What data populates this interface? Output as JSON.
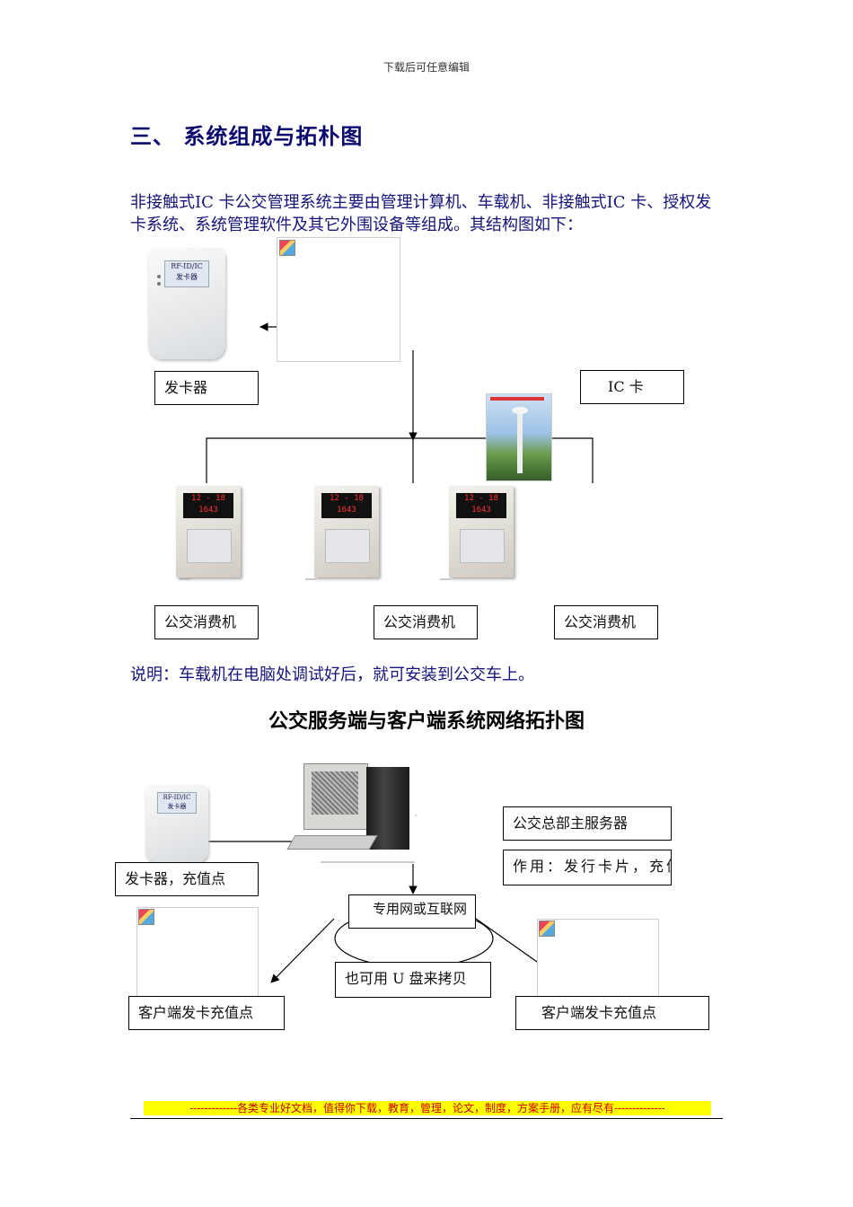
{
  "header_note": "下载后可任意编辑",
  "section_title": "三、 系统组成与拓朴图",
  "intro_text": "非接触式IC 卡公交管理系统主要由管理计算机、车载机、非接触式IC 卡、授权发卡系统、系统管理软件及其它外围设备等组成。其结构图如下：",
  "diagram1": {
    "card_issuer_label": "发卡器",
    "ic_card_label": "IC 卡",
    "reader_device_text": "RF-ID/IC",
    "reader_device_subtext": "发卡器",
    "terminals": [
      {
        "label": "公交消费机",
        "display_line1": "12 - 18",
        "display_line2": "1643"
      },
      {
        "label": "公交消费机",
        "display_line1": "12 - 18",
        "display_line2": "1643"
      },
      {
        "label": "公交消费机",
        "display_line1": "12 - 18",
        "display_line2": "1643"
      }
    ]
  },
  "note_text": "说明：车载机在电脑处调试好后，就可安装到公交车上。",
  "diagram2": {
    "title": "公交服务端与客户端系统网络拓扑图",
    "card_issuer_label": "发卡器，充值点",
    "server_label": "公交总部主服务器",
    "function_label": "作用：发行卡片，充值值",
    "network_label": "专用网或互联网",
    "usb_label": "也可用 U 盘来拷贝",
    "client_left_label": "客户端发卡充值点",
    "client_right_label": "客户端发卡充值点"
  },
  "footer_banner": "-------------各类专业好文档，值得你下载，教育，管理，论文，制度，方案手册，应有尽有--------------",
  "colors": {
    "heading_blue": "#0a0a6e",
    "body_blue": "#14147a",
    "banner_yellow": "#ffff00",
    "banner_red": "#cc0000"
  }
}
